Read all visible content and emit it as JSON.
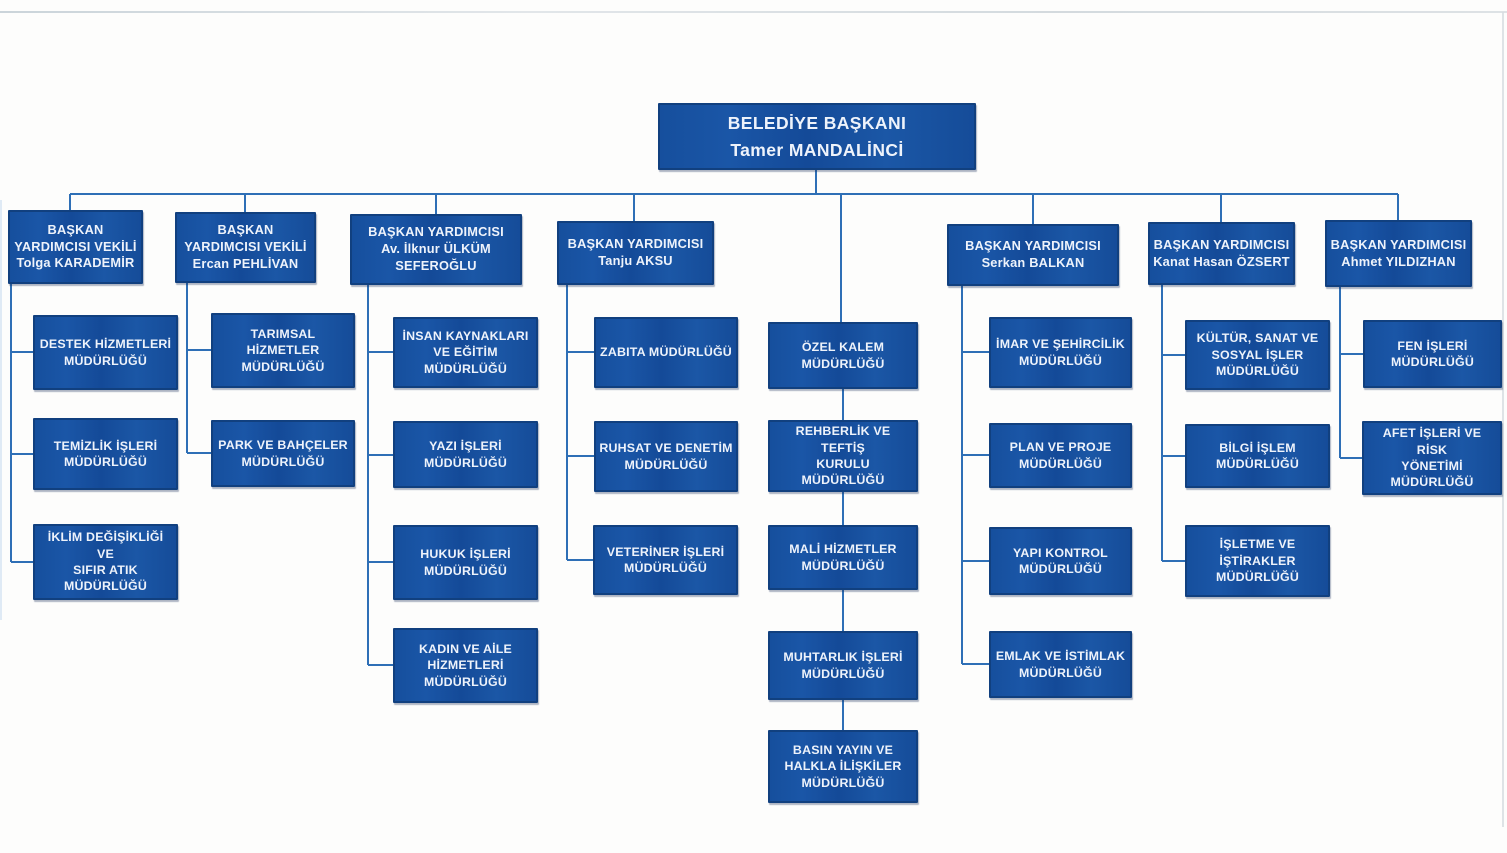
{
  "colors": {
    "box_fill": "#164f9d",
    "box_border": "#11407f",
    "connector_line": "#2e6fb6",
    "text": "#eef3fb",
    "page_background": "#fdfdfc"
  },
  "org_chart": {
    "type": "org-chart",
    "title": "BELEDİYE BAŞKANI Tamer MANDALİNCİ organization chart",
    "nodes": [
      {
        "id": "mayor",
        "kind": "root",
        "parent": null,
        "lines": [
          "BELEDİYE BAŞKANI",
          "Tamer MANDALİNCİ"
        ]
      },
      {
        "id": "d1",
        "kind": "deputy",
        "parent": "mayor",
        "lines": [
          "BAŞKAN",
          "YARDIMCISI VEKİLİ",
          "Tolga KARADEMİR"
        ]
      },
      {
        "id": "c1a",
        "kind": "department",
        "parent": "d1",
        "lines": [
          "DESTEK HİZMETLERİ",
          "MÜDÜRLÜĞÜ"
        ]
      },
      {
        "id": "c1b",
        "kind": "department",
        "parent": "d1",
        "lines": [
          "TEMİZLİK İŞLERİ",
          "MÜDÜRLÜĞÜ"
        ]
      },
      {
        "id": "c1c",
        "kind": "department",
        "parent": "d1",
        "lines": [
          "İKLİM DEĞİŞİKLİĞİ VE",
          "SIFIR ATIK",
          "MÜDÜRLÜĞÜ"
        ]
      },
      {
        "id": "d2",
        "kind": "deputy",
        "parent": "mayor",
        "lines": [
          "BAŞKAN",
          "YARDIMCISI VEKİLİ",
          "Ercan PEHLİVAN"
        ]
      },
      {
        "id": "c2a",
        "kind": "department",
        "parent": "d2",
        "lines": [
          "TARIMSAL",
          "HİZMETLER",
          "MÜDÜRLÜĞÜ"
        ]
      },
      {
        "id": "c2b",
        "kind": "department",
        "parent": "d2",
        "lines": [
          "PARK VE BAHÇELER",
          "MÜDÜRLÜĞÜ"
        ]
      },
      {
        "id": "d3",
        "kind": "deputy",
        "parent": "mayor",
        "lines": [
          "BAŞKAN YARDIMCISI",
          "Av. İlknur ÜLKÜM",
          "SEFEROĞLU"
        ]
      },
      {
        "id": "c3a",
        "kind": "department",
        "parent": "d3",
        "lines": [
          "İNSAN KAYNAKLARI",
          "VE EĞİTİM",
          "MÜDÜRLÜĞÜ"
        ]
      },
      {
        "id": "c3b",
        "kind": "department",
        "parent": "d3",
        "lines": [
          "YAZI İŞLERİ",
          "MÜDÜRLÜĞÜ"
        ]
      },
      {
        "id": "c3c",
        "kind": "department",
        "parent": "d3",
        "lines": [
          "HUKUK İŞLERİ",
          "MÜDÜRLÜĞÜ"
        ]
      },
      {
        "id": "c3d",
        "kind": "department",
        "parent": "d3",
        "lines": [
          "KADIN VE AİLE",
          "HİZMETLERİ",
          "MÜDÜRLÜĞÜ"
        ]
      },
      {
        "id": "d4",
        "kind": "deputy",
        "parent": "mayor",
        "lines": [
          "BAŞKAN YARDIMCISI",
          "Tanju AKSU"
        ]
      },
      {
        "id": "c4a",
        "kind": "department",
        "parent": "d4",
        "lines": [
          "ZABITA MÜDÜRLÜĞÜ"
        ]
      },
      {
        "id": "c4b",
        "kind": "department",
        "parent": "d4",
        "lines": [
          "RUHSAT VE DENETİM",
          "MÜDÜRLÜĞÜ"
        ]
      },
      {
        "id": "c4c",
        "kind": "department",
        "parent": "d4",
        "lines": [
          "VETERİNER İŞLERİ",
          "MÜDÜRLÜĞÜ"
        ]
      },
      {
        "id": "c5a",
        "kind": "department",
        "parent": "mayor",
        "lines": [
          "ÖZEL KALEM",
          "MÜDÜRLÜĞÜ"
        ]
      },
      {
        "id": "c5b",
        "kind": "department",
        "parent": "mayor",
        "lines": [
          "REHBERLİK VE TEFTİŞ",
          "KURULU",
          "MÜDÜRLÜĞÜ"
        ]
      },
      {
        "id": "c5c",
        "kind": "department",
        "parent": "mayor",
        "lines": [
          "MALİ HİZMETLER",
          "MÜDÜRLÜĞÜ"
        ]
      },
      {
        "id": "c5d",
        "kind": "department",
        "parent": "mayor",
        "lines": [
          "MUHTARLIK İŞLERİ",
          "MÜDÜRLÜĞÜ"
        ]
      },
      {
        "id": "c5e",
        "kind": "department",
        "parent": "mayor",
        "lines": [
          "BASIN YAYIN VE",
          "HALKLA İLİŞKİLER",
          "MÜDÜRLÜĞÜ"
        ]
      },
      {
        "id": "d6",
        "kind": "deputy",
        "parent": "mayor",
        "lines": [
          "BAŞKAN YARDIMCISI",
          "Serkan BALKAN"
        ]
      },
      {
        "id": "c6a",
        "kind": "department",
        "parent": "d6",
        "lines": [
          "İMAR VE ŞEHİRCİLİK",
          "MÜDÜRLÜĞÜ"
        ]
      },
      {
        "id": "c6b",
        "kind": "department",
        "parent": "d6",
        "lines": [
          "PLAN VE PROJE",
          "MÜDÜRLÜĞÜ"
        ]
      },
      {
        "id": "c6c",
        "kind": "department",
        "parent": "d6",
        "lines": [
          "YAPI KONTROL",
          "MÜDÜRLÜĞÜ"
        ]
      },
      {
        "id": "c6d",
        "kind": "department",
        "parent": "d6",
        "lines": [
          "EMLAK VE İSTİMLAK",
          "MÜDÜRLÜĞÜ"
        ]
      },
      {
        "id": "d7",
        "kind": "deputy",
        "parent": "mayor",
        "lines": [
          "BAŞKAN YARDIMCISI",
          "Kanat Hasan ÖZSERT"
        ]
      },
      {
        "id": "c7a",
        "kind": "department",
        "parent": "d7",
        "lines": [
          "KÜLTÜR, SANAT VE",
          "SOSYAL İŞLER",
          "MÜDÜRLÜĞÜ"
        ]
      },
      {
        "id": "c7b",
        "kind": "department",
        "parent": "d7",
        "lines": [
          "BİLGİ İŞLEM",
          "MÜDÜRLÜĞÜ"
        ]
      },
      {
        "id": "c7c",
        "kind": "department",
        "parent": "d7",
        "lines": [
          "İŞLETME VE",
          "İŞTİRAKLER",
          "MÜDÜRLÜĞÜ"
        ]
      },
      {
        "id": "d8",
        "kind": "deputy",
        "parent": "mayor",
        "lines": [
          "BAŞKAN YARDIMCISI",
          "Ahmet YILDIZHAN"
        ]
      },
      {
        "id": "c8a",
        "kind": "department",
        "parent": "d8",
        "lines": [
          "FEN İŞLERİ",
          "MÜDÜRLÜĞÜ"
        ]
      },
      {
        "id": "c8b",
        "kind": "department",
        "parent": "d8",
        "lines": [
          "AFET İŞLERİ VE RİSK",
          "YÖNETİMİ",
          "MÜDÜRLÜĞÜ"
        ]
      }
    ]
  }
}
